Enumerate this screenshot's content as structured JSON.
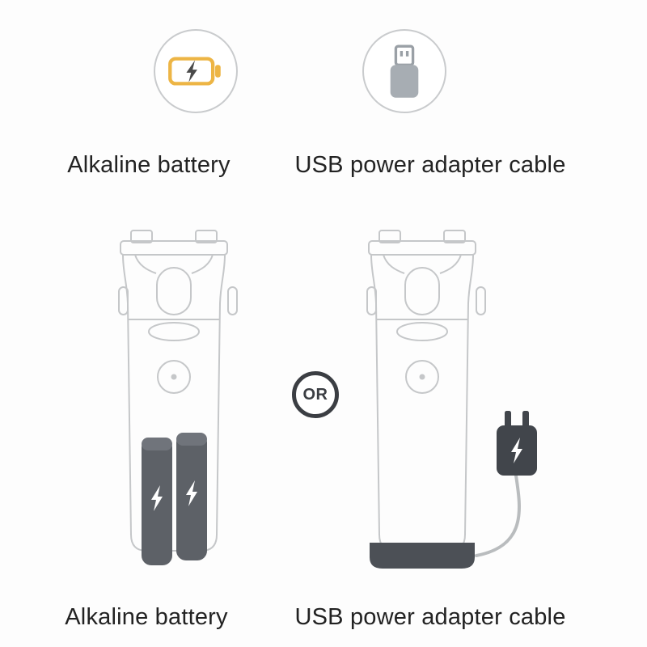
{
  "header": {
    "battery": {
      "icon": "battery-bolt-icon",
      "label": "Alkaline battery"
    },
    "usb": {
      "icon": "usb-plug-icon",
      "label": "USB power adapter cable"
    }
  },
  "diagram": {
    "or_badge_label": "OR",
    "battery_caption": "Alkaline battery",
    "usb_caption": "USB power adapter cable",
    "left_device": "handheld-device-with-battery-cells",
    "right_device": "handheld-device-with-power-adapter"
  },
  "colors": {
    "background": "#fdfdfd",
    "outline_gray": "#c5c7c9",
    "text": "#222222",
    "battery_yellow": "#edb545",
    "bolt_dark": "#4a4a4a",
    "usb_gray": "#a7adb3",
    "battery_cell_gray": "#5d6167",
    "adapter_dark": "#41454b",
    "device_base_dark": "#4c5056",
    "cable_gray": "#b9bcbe",
    "or_ring_dark": "#3b3e43"
  }
}
